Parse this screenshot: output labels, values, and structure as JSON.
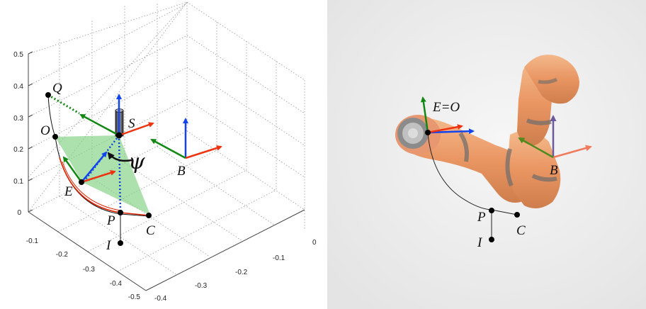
{
  "left_panel": {
    "z_ticks": [
      "0.5",
      "0.4",
      "0.3",
      "0.2",
      "0.1",
      "0"
    ],
    "left_axis_ticks": [
      "-0.1",
      "-0.2",
      "-0.3",
      "-0.4",
      "-0.5"
    ],
    "right_axis_ticks": [
      "0",
      "-0.1",
      "-0.2",
      "-0.3",
      "-0.4"
    ],
    "points": {
      "Q": "Q",
      "O": "O",
      "S": "S",
      "E": "E",
      "B": "B",
      "P": "P",
      "C": "C",
      "I": "I"
    },
    "angle_symbol": "ψ"
  },
  "right_panel": {
    "points": {
      "EO": "E=O",
      "B": "B",
      "P": "P",
      "C": "C",
      "I": "I"
    }
  },
  "colors": {
    "x_axis": "#ee3311",
    "y_axis": "#118811",
    "z_axis": "#1144ee",
    "plane": "#7fcf7f",
    "arc": "#dd2200",
    "dotted": "#1144dd",
    "grid": "#999999",
    "robot": "#e8864a"
  }
}
